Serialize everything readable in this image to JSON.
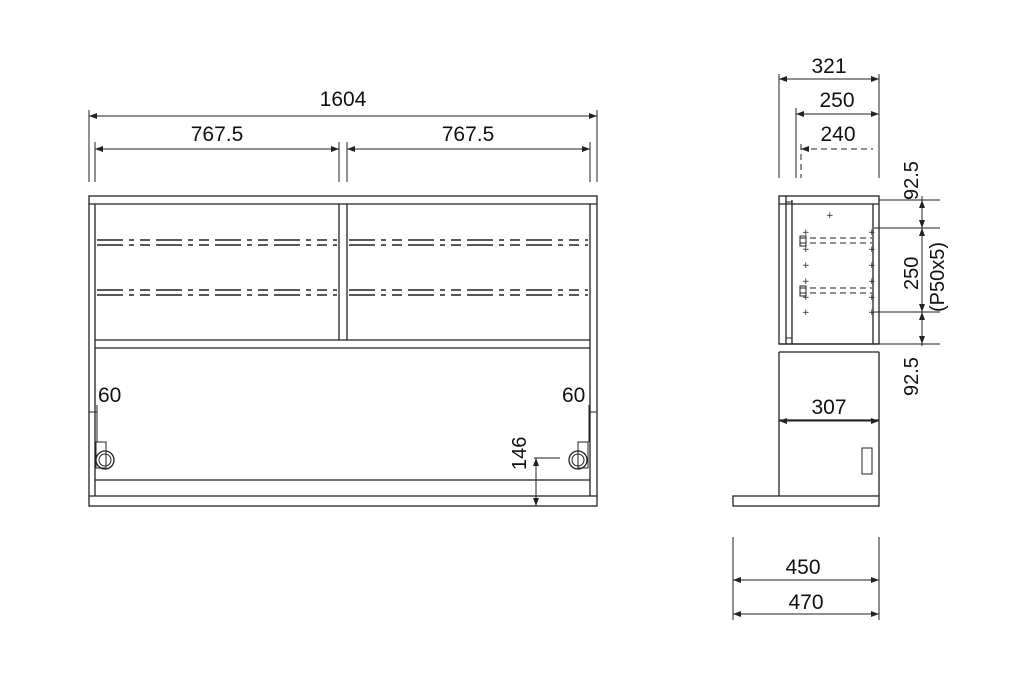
{
  "front_view": {
    "overall_width": "1604",
    "left_bay_width": "767.5",
    "right_bay_width": "767.5",
    "left_hole_offset": "60",
    "right_hole_offset": "60",
    "bottom_height": "146"
  },
  "side_view": {
    "top_depth": "321",
    "upper_depth": "250",
    "shelf_depth": "240",
    "top_margin": "92.5",
    "shelf_pitch": "250",
    "shelf_pitch_note": "(P50x5)",
    "bottom_margin": "92.5",
    "lower_depth": "307",
    "base_depth": "450",
    "overall_depth": "470"
  }
}
